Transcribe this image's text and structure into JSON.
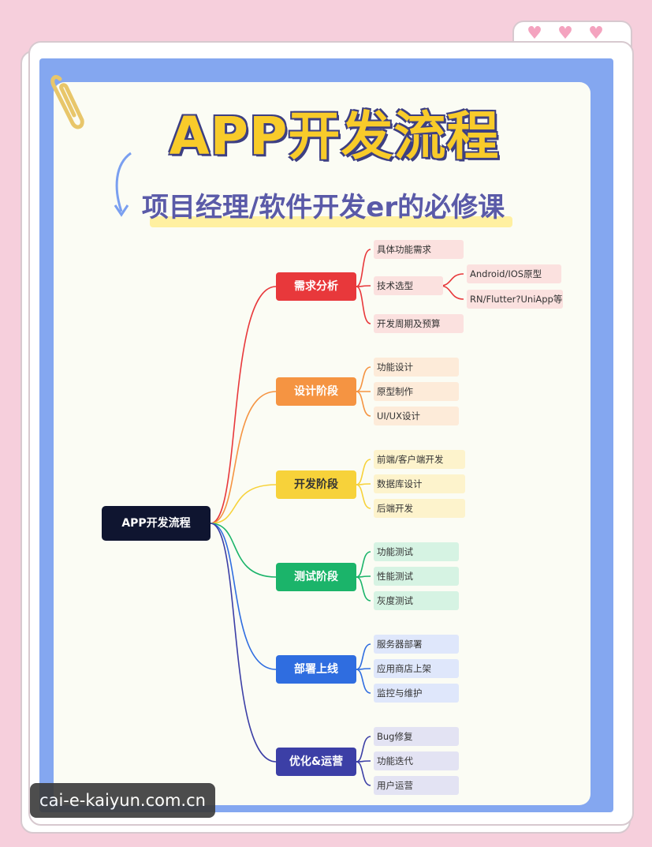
{
  "title": "APP开发流程",
  "subtitle": "项目经理/软件开发er的必修课",
  "root": "APP开发流程",
  "stages": [
    {
      "label": "需求分析",
      "color": "#e8383b",
      "text_color": "#ffffff",
      "leaf_bg": "#fbe1df",
      "items": [
        "具体功能需求",
        "技术选型",
        "开发周期及预算"
      ],
      "sub_items": [
        "Android/IOS原型",
        "RN/Flutter?UniApp等"
      ]
    },
    {
      "label": "设计阶段",
      "color": "#f59442",
      "text_color": "#ffffff",
      "leaf_bg": "#fdebd9",
      "items": [
        "功能设计",
        "原型制作",
        "UI/UX设计"
      ]
    },
    {
      "label": "开发阶段",
      "color": "#f7d23a",
      "text_color": "#333333",
      "leaf_bg": "#fdf3cc",
      "items": [
        "前端/客户端开发",
        "数据库设计",
        "后端开发"
      ]
    },
    {
      "label": "测试阶段",
      "color": "#1bb46a",
      "text_color": "#ffffff",
      "leaf_bg": "#d6f3e3",
      "items": [
        "功能测试",
        "性能测试",
        "灰度测试"
      ]
    },
    {
      "label": "部署上线",
      "color": "#2f6de0",
      "text_color": "#ffffff",
      "leaf_bg": "#dfe7fb",
      "items": [
        "服务器部署",
        "应用商店上架",
        "监控与维护"
      ]
    },
    {
      "label": "优化&运营",
      "color": "#3c3fa6",
      "text_color": "#ffffff",
      "leaf_bg": "#e3e3f3",
      "items": [
        "Bug修复",
        "功能迭代",
        "用户运营"
      ]
    }
  ],
  "watermark": "cai-e-kaiyun.com.cn"
}
